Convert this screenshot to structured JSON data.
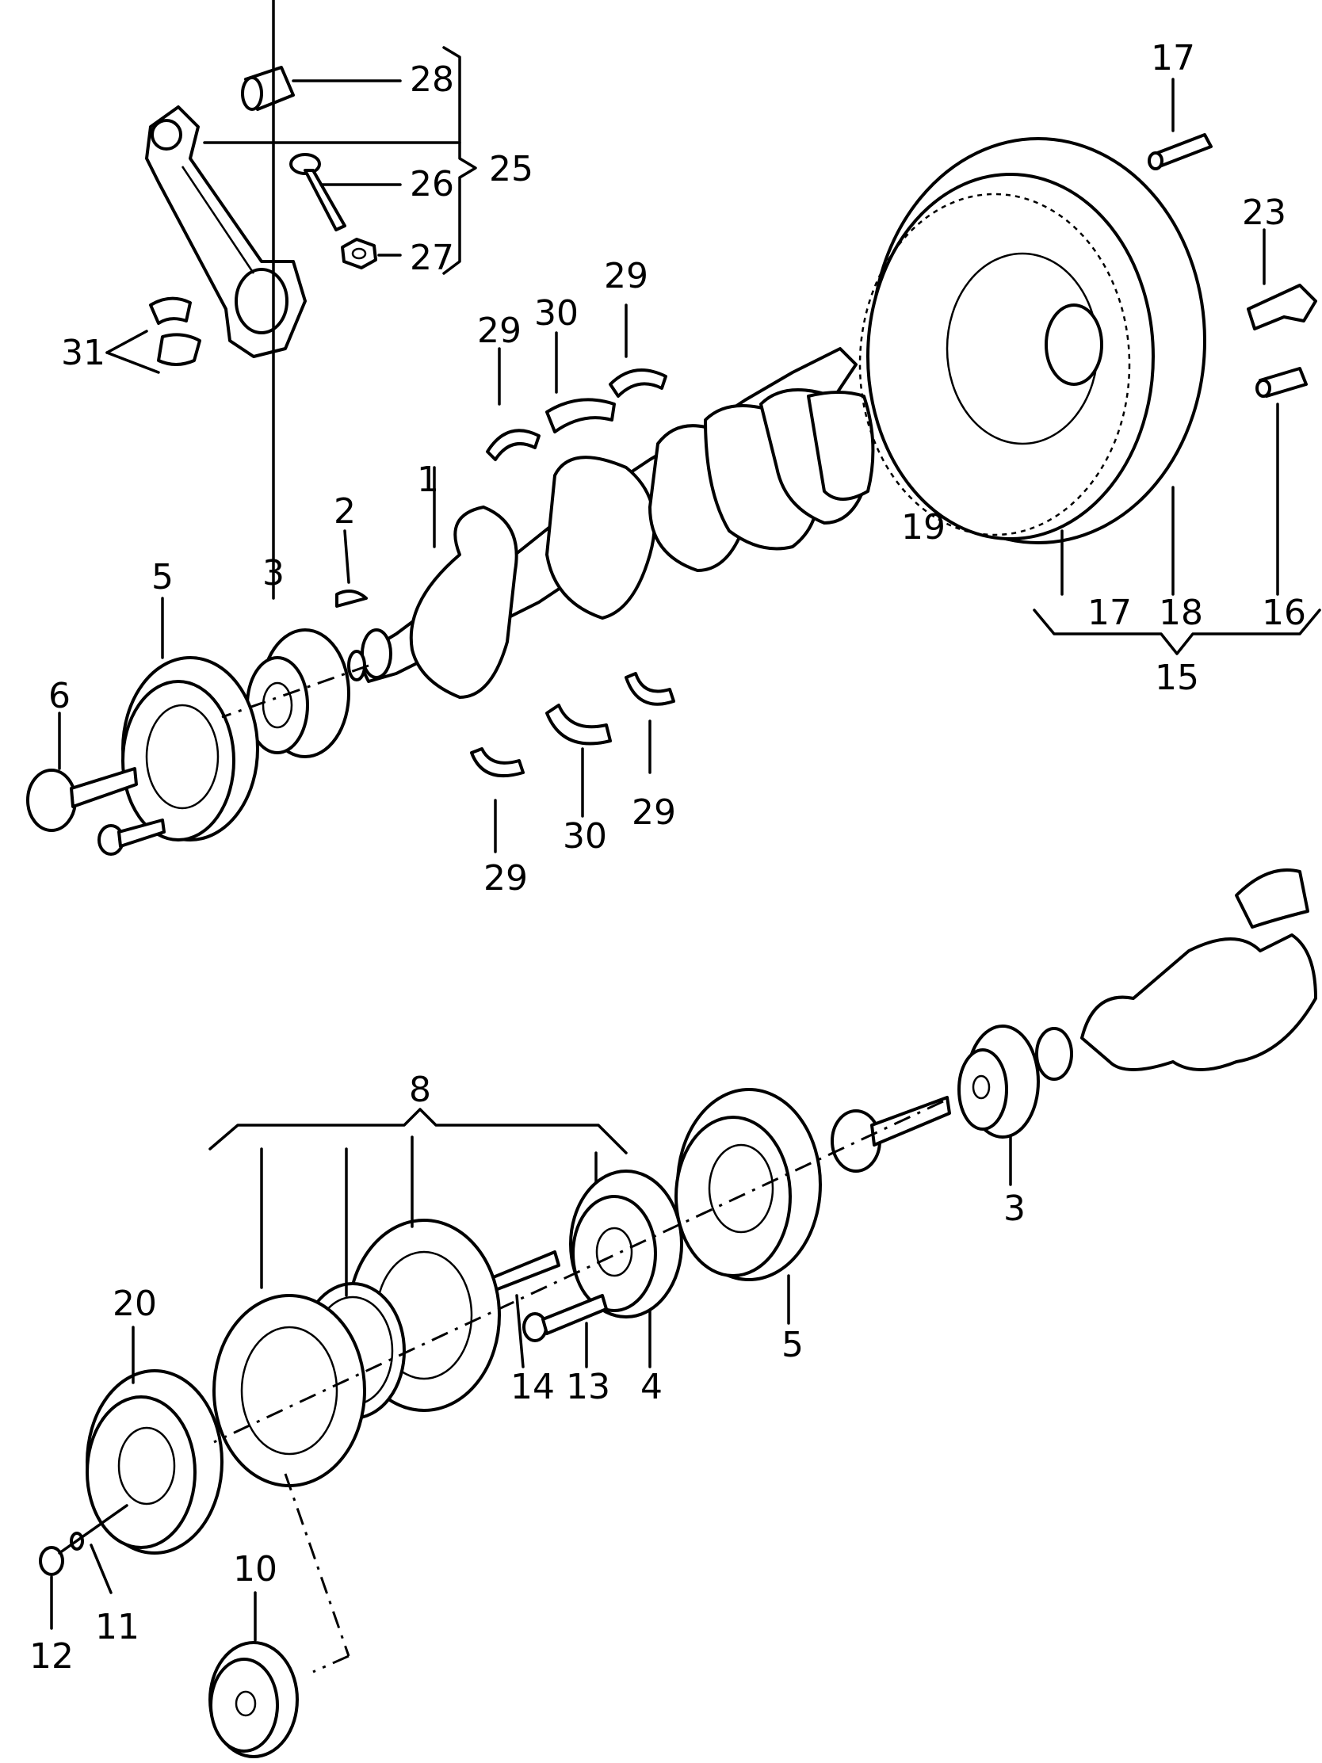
{
  "colors": {
    "ink": "#000000",
    "paper": "#ffffff"
  },
  "labels": {
    "p1": "1",
    "p2": "2",
    "p3": "3",
    "p3b": "3",
    "p4": "4",
    "p5": "5",
    "p5b": "5",
    "p6": "6",
    "p8": "8",
    "p10": "10",
    "p11": "11",
    "p12": "12",
    "p13": "13",
    "p14": "14",
    "p15": "15",
    "p16": "16",
    "p17a": "17",
    "p17b": "17",
    "p18": "18",
    "p19": "19",
    "p20": "20",
    "p23": "23",
    "p25": "25",
    "p26": "26",
    "p27": "27",
    "p28": "28",
    "p29a": "29",
    "p29b": "29",
    "p29c": "29",
    "p29d": "29",
    "p30a": "30",
    "p30b": "30",
    "p31": "31"
  }
}
